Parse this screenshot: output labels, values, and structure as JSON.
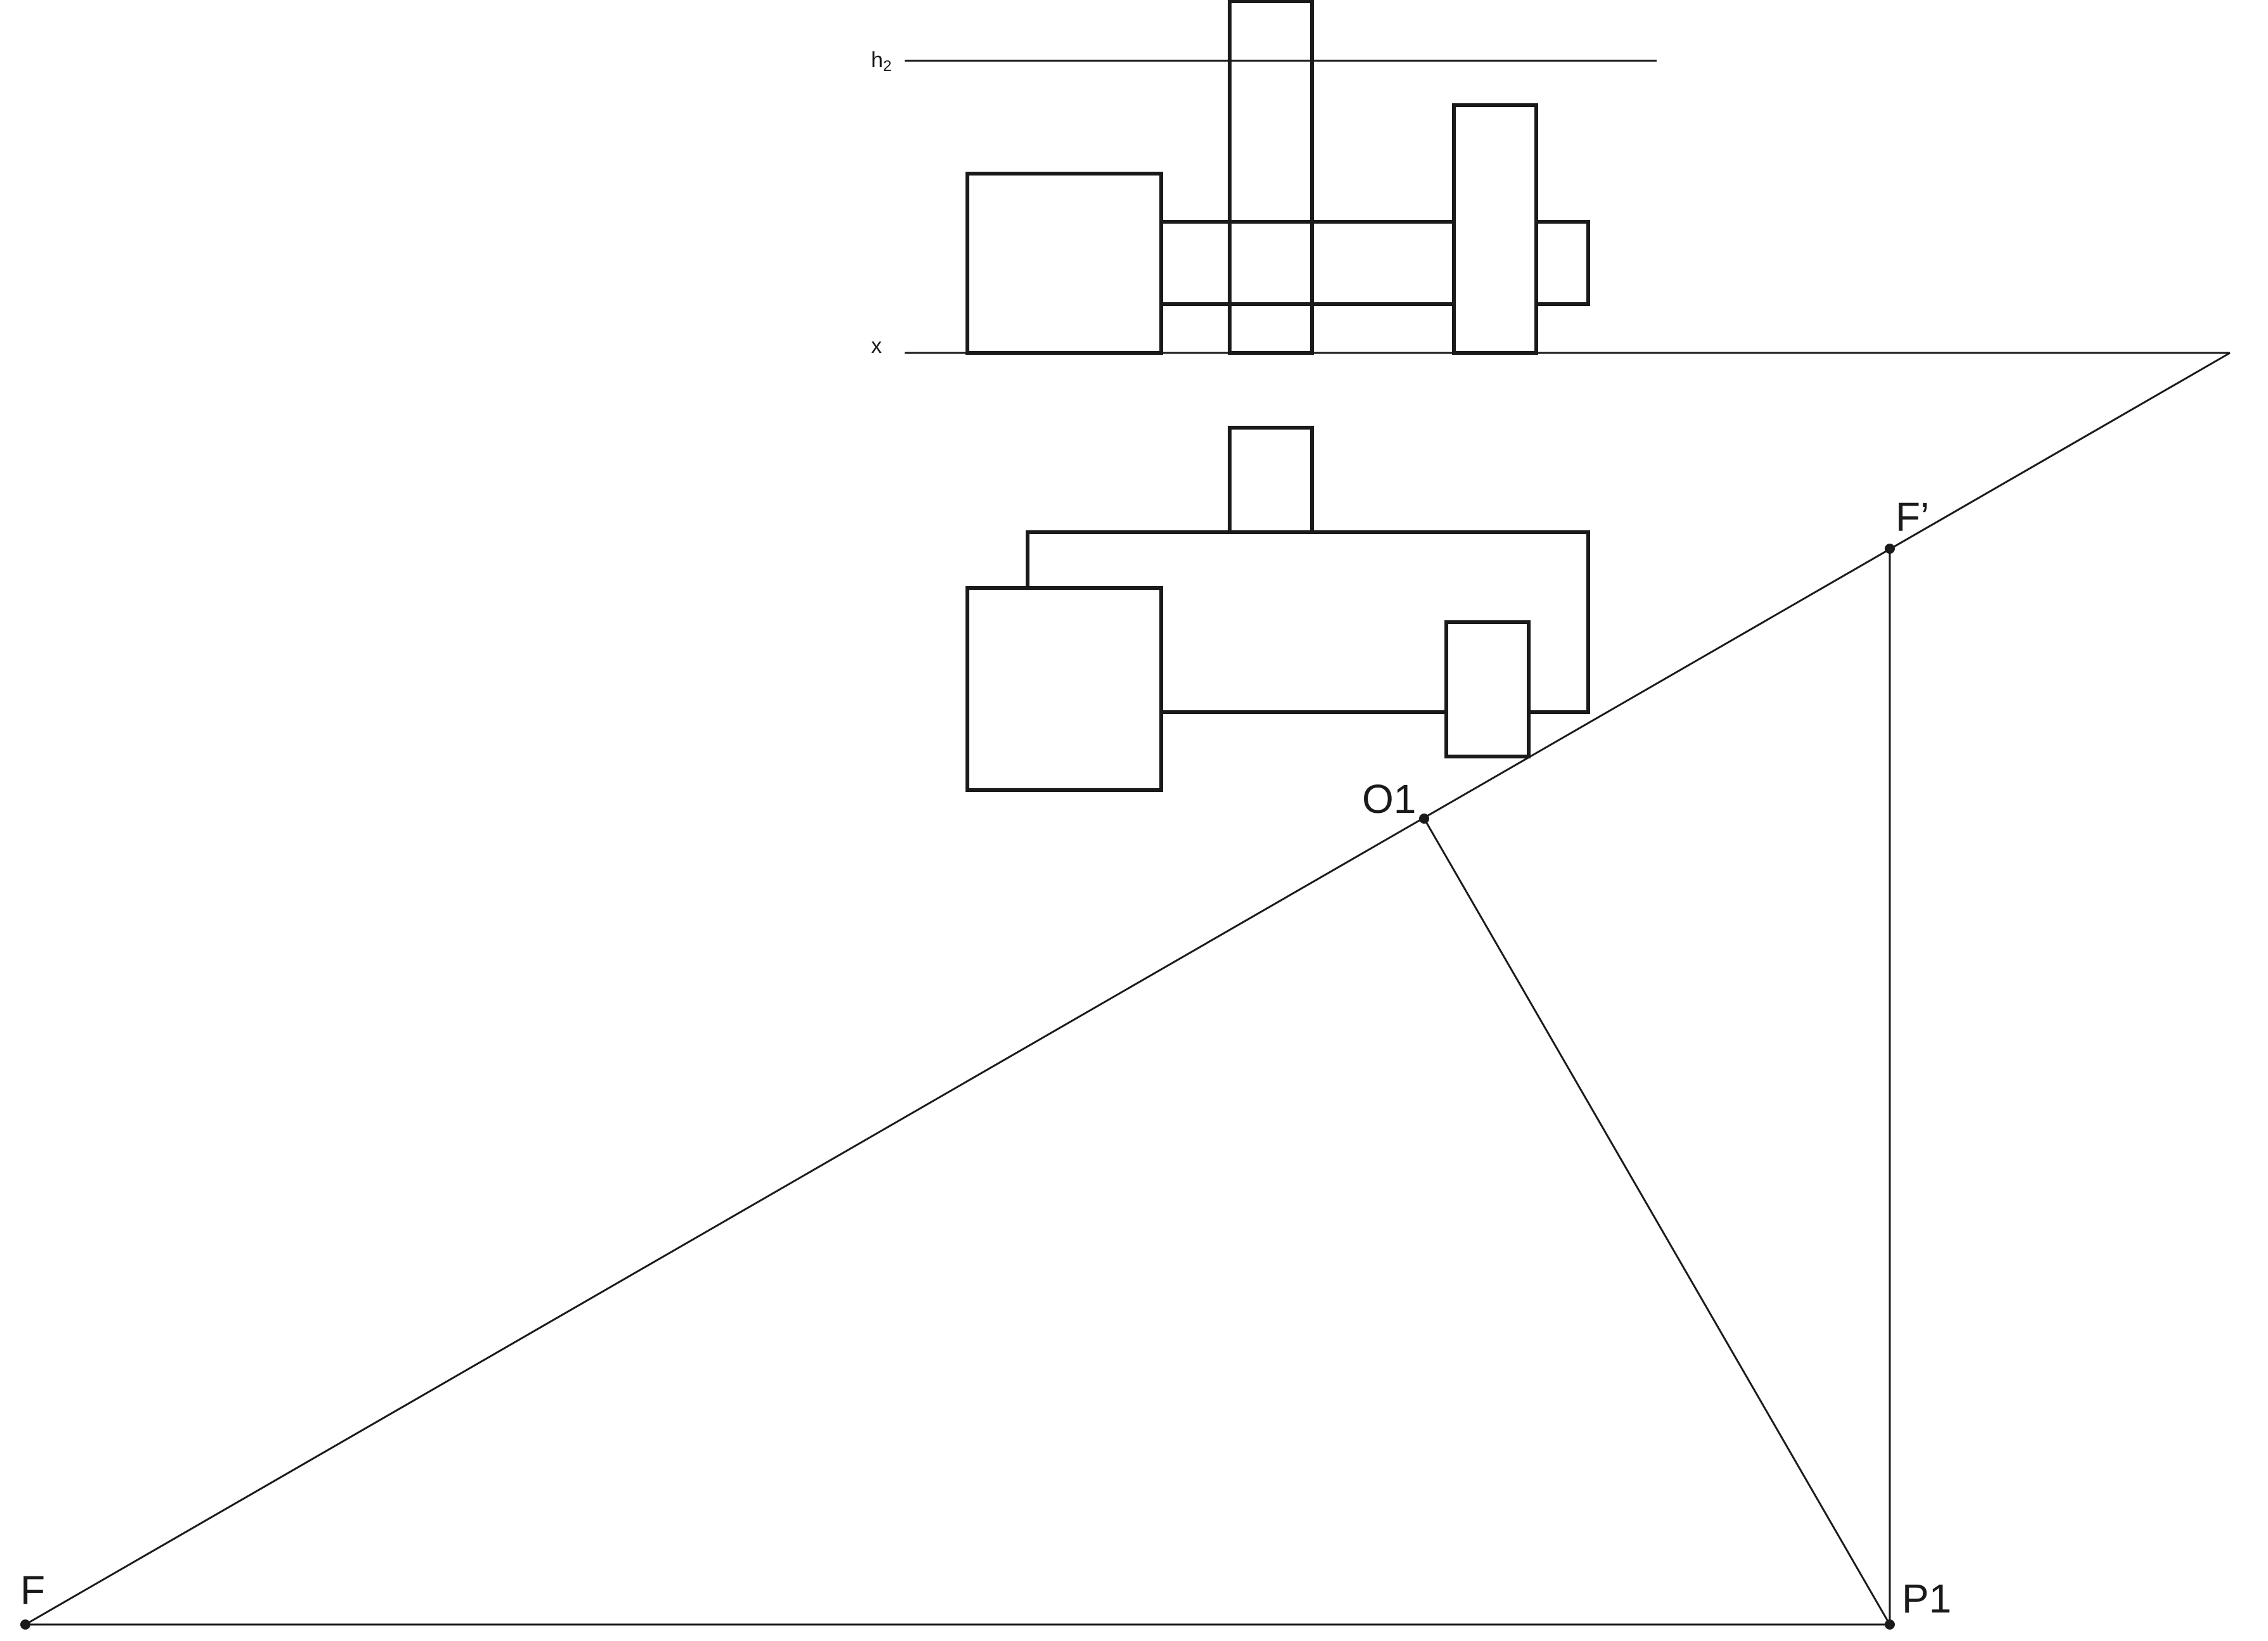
{
  "labels": {
    "h2": "h",
    "h2_sub": "2",
    "x": "x",
    "f_prime": "F’",
    "o1": "O1",
    "f": "F",
    "p1": "P1"
  },
  "colors": {
    "stroke": "#1a1a1a",
    "background": "#ffffff"
  }
}
